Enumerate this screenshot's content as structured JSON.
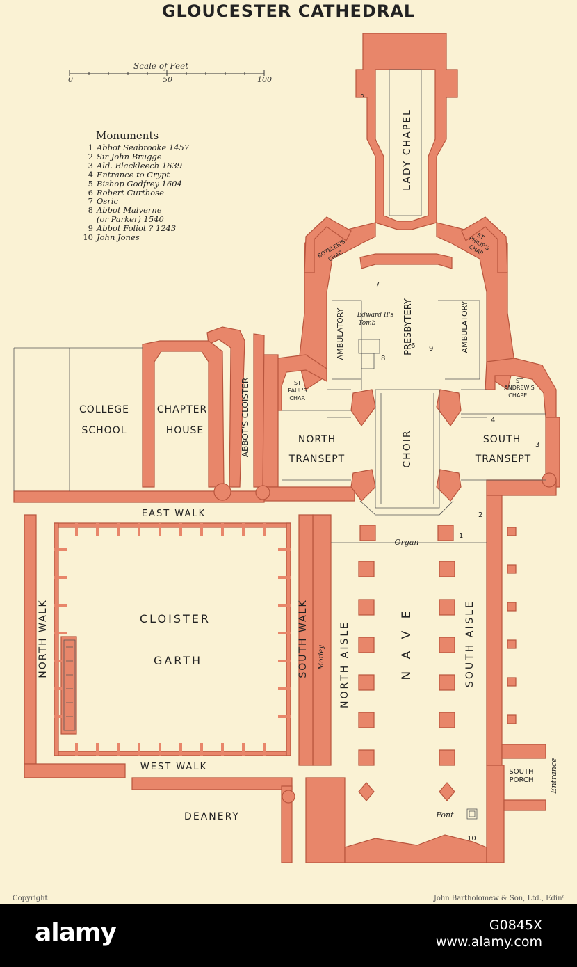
{
  "title": "GLOUCESTER CATHEDRAL",
  "scale": {
    "title": "Scale of Feet",
    "ticks": [
      "0",
      "50",
      "100"
    ]
  },
  "monuments": {
    "title": "Monuments",
    "items": [
      {
        "n": "1",
        "text": "Abbot Seabrooke 1457"
      },
      {
        "n": "2",
        "text": "Sir John Brugge"
      },
      {
        "n": "3",
        "text": "Ald. Blackleech 1639"
      },
      {
        "n": "4",
        "text": "Entrance to Crypt"
      },
      {
        "n": "5",
        "text": "Bishop Godfrey 1604"
      },
      {
        "n": "6",
        "text": "Robert Curthose"
      },
      {
        "n": "7",
        "text": "Osric"
      },
      {
        "n": "8",
        "text": "Abbot Malverne"
      },
      {
        "n": "",
        "text": "(or Parker) 1540"
      },
      {
        "n": "9",
        "text": "Abbot Foliot ? 1243"
      },
      {
        "n": "10",
        "text": "John Jones"
      }
    ]
  },
  "labels": {
    "lady_chapel": "LADY CHAPEL",
    "botelers_chap_1": "BOTELER'S",
    "botelers_chap_2": "CHAP.",
    "st_philips_1": "ST",
    "st_philips_2": "PHILIP'S",
    "st_philips_3": "CHAP.",
    "ambulatory": "AMBULATORY",
    "presbytery": "PRESBYTERY",
    "edward_tomb_1": "Edward II's",
    "edward_tomb_2": "Tomb",
    "st_pauls_1": "ST",
    "st_pauls_2": "PAUL'S",
    "st_pauls_3": "CHAP.",
    "st_andrews_1": "ST",
    "st_andrews_2": "ANDREW'S",
    "st_andrews_3": "CHAPEL",
    "college_1": "COLLEGE",
    "college_2": "SCHOOL",
    "chapter_1": "CHAPTER",
    "chapter_2": "HOUSE",
    "abbots_cloister": "ABBOT'S CLOISTER",
    "north_transept_1": "NORTH",
    "north_transept_2": "TRANSEPT",
    "choir": "CHOIR",
    "south_transept_1": "SOUTH",
    "south_transept_2": "TRANSEPT",
    "east_walk": "EAST WALK",
    "organ": "Organ",
    "cloister_1": "CLOISTER",
    "cloister_2": "GARTH",
    "north_walk": "NORTH WALK",
    "south_walk": "SOUTH WALK",
    "morley": "Morley",
    "north_aisle": "NORTH AISLE",
    "nave": "N A V E",
    "south_aisle": "SOUTH AISLE",
    "west_walk": "WEST WALK",
    "deanery": "DEANERY",
    "south_porch_1": "SOUTH",
    "south_porch_2": "PORCH",
    "entrance": "Entrance",
    "font": "Font",
    "num_1": "1",
    "num_2": "2",
    "num_3": "3",
    "num_4": "4",
    "num_5": "5",
    "num_6": "6",
    "num_7": "7",
    "num_8": "8",
    "num_9": "9",
    "num_10": "10"
  },
  "footer": {
    "left": "Copyright",
    "right": "John Bartholomew & Son, Ltd., Edinʳ"
  },
  "stock": {
    "logo": "alamy",
    "image_id": "G0845X",
    "site": "www.alamy.com"
  },
  "colors": {
    "wall": "#e8866a",
    "wall_dark": "#b8553d",
    "paper": "#faf2d4",
    "ink": "#222222"
  }
}
